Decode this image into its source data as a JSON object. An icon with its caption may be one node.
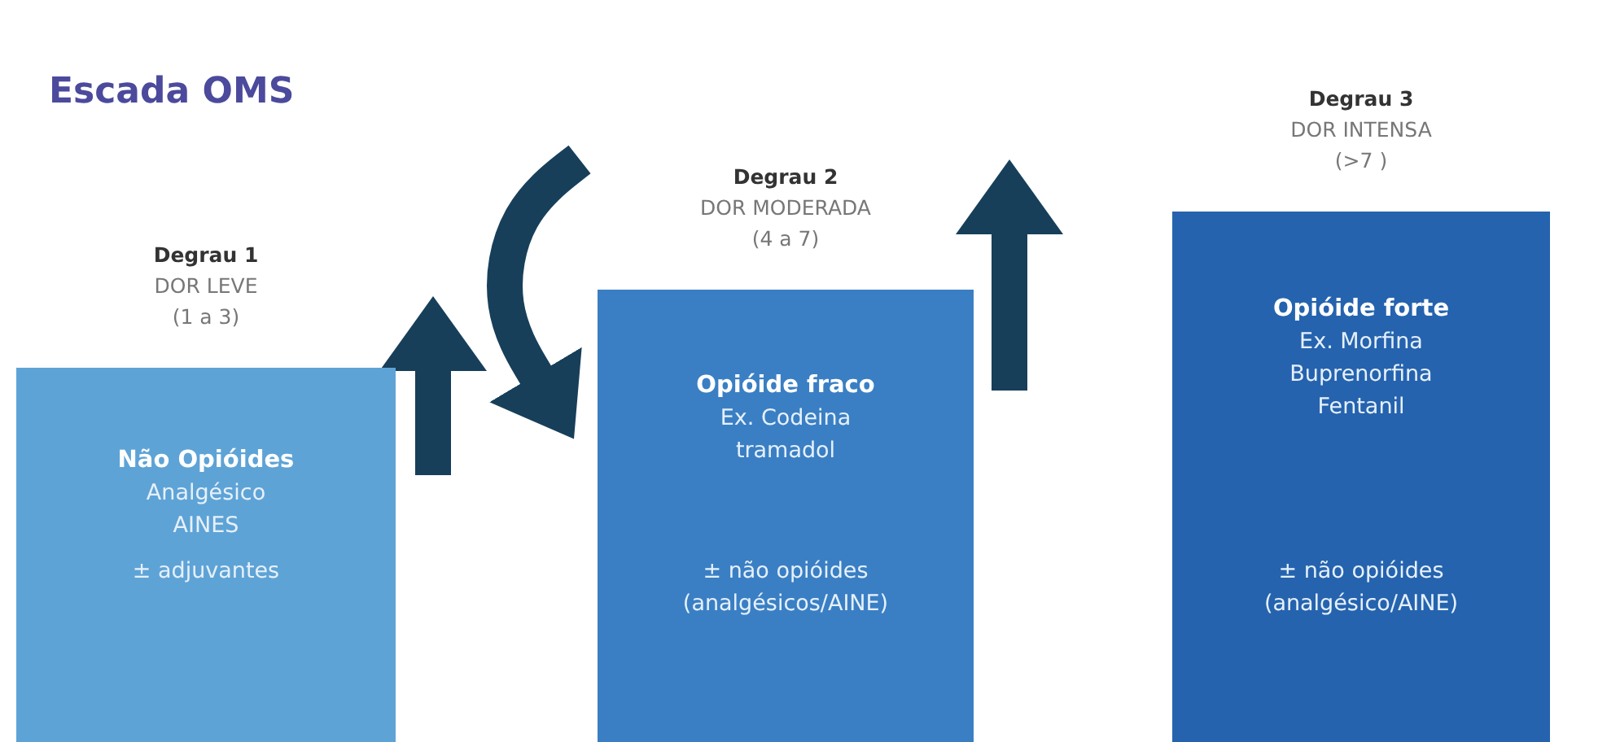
{
  "diagram": {
    "title": "Escada OMS",
    "nodes": [
      {
        "text": [
          "Degrau 1",
          "DOR LEVE",
          "(1 a 3)",
          "Não Opióides",
          "Analgésico",
          "AINES",
          "± adjuvantes"
        ]
      },
      {
        "text": [
          "Degrau 2",
          "DOR MODERADA",
          "(4 a 7)",
          "Opióide fraco",
          "Ex. Codeina",
          "tramadol",
          "± não opióides",
          "(analgésicos/AINE)"
        ]
      },
      {
        "text": [
          "Degrau 3",
          "DOR INTENSA",
          "(>7 )",
          "Opióide forte",
          "Ex. Morfina",
          "Buprenorfina",
          "Fentanil",
          "± não opióides",
          "(analgésico/AINE)"
        ]
      }
    ]
  }
}
